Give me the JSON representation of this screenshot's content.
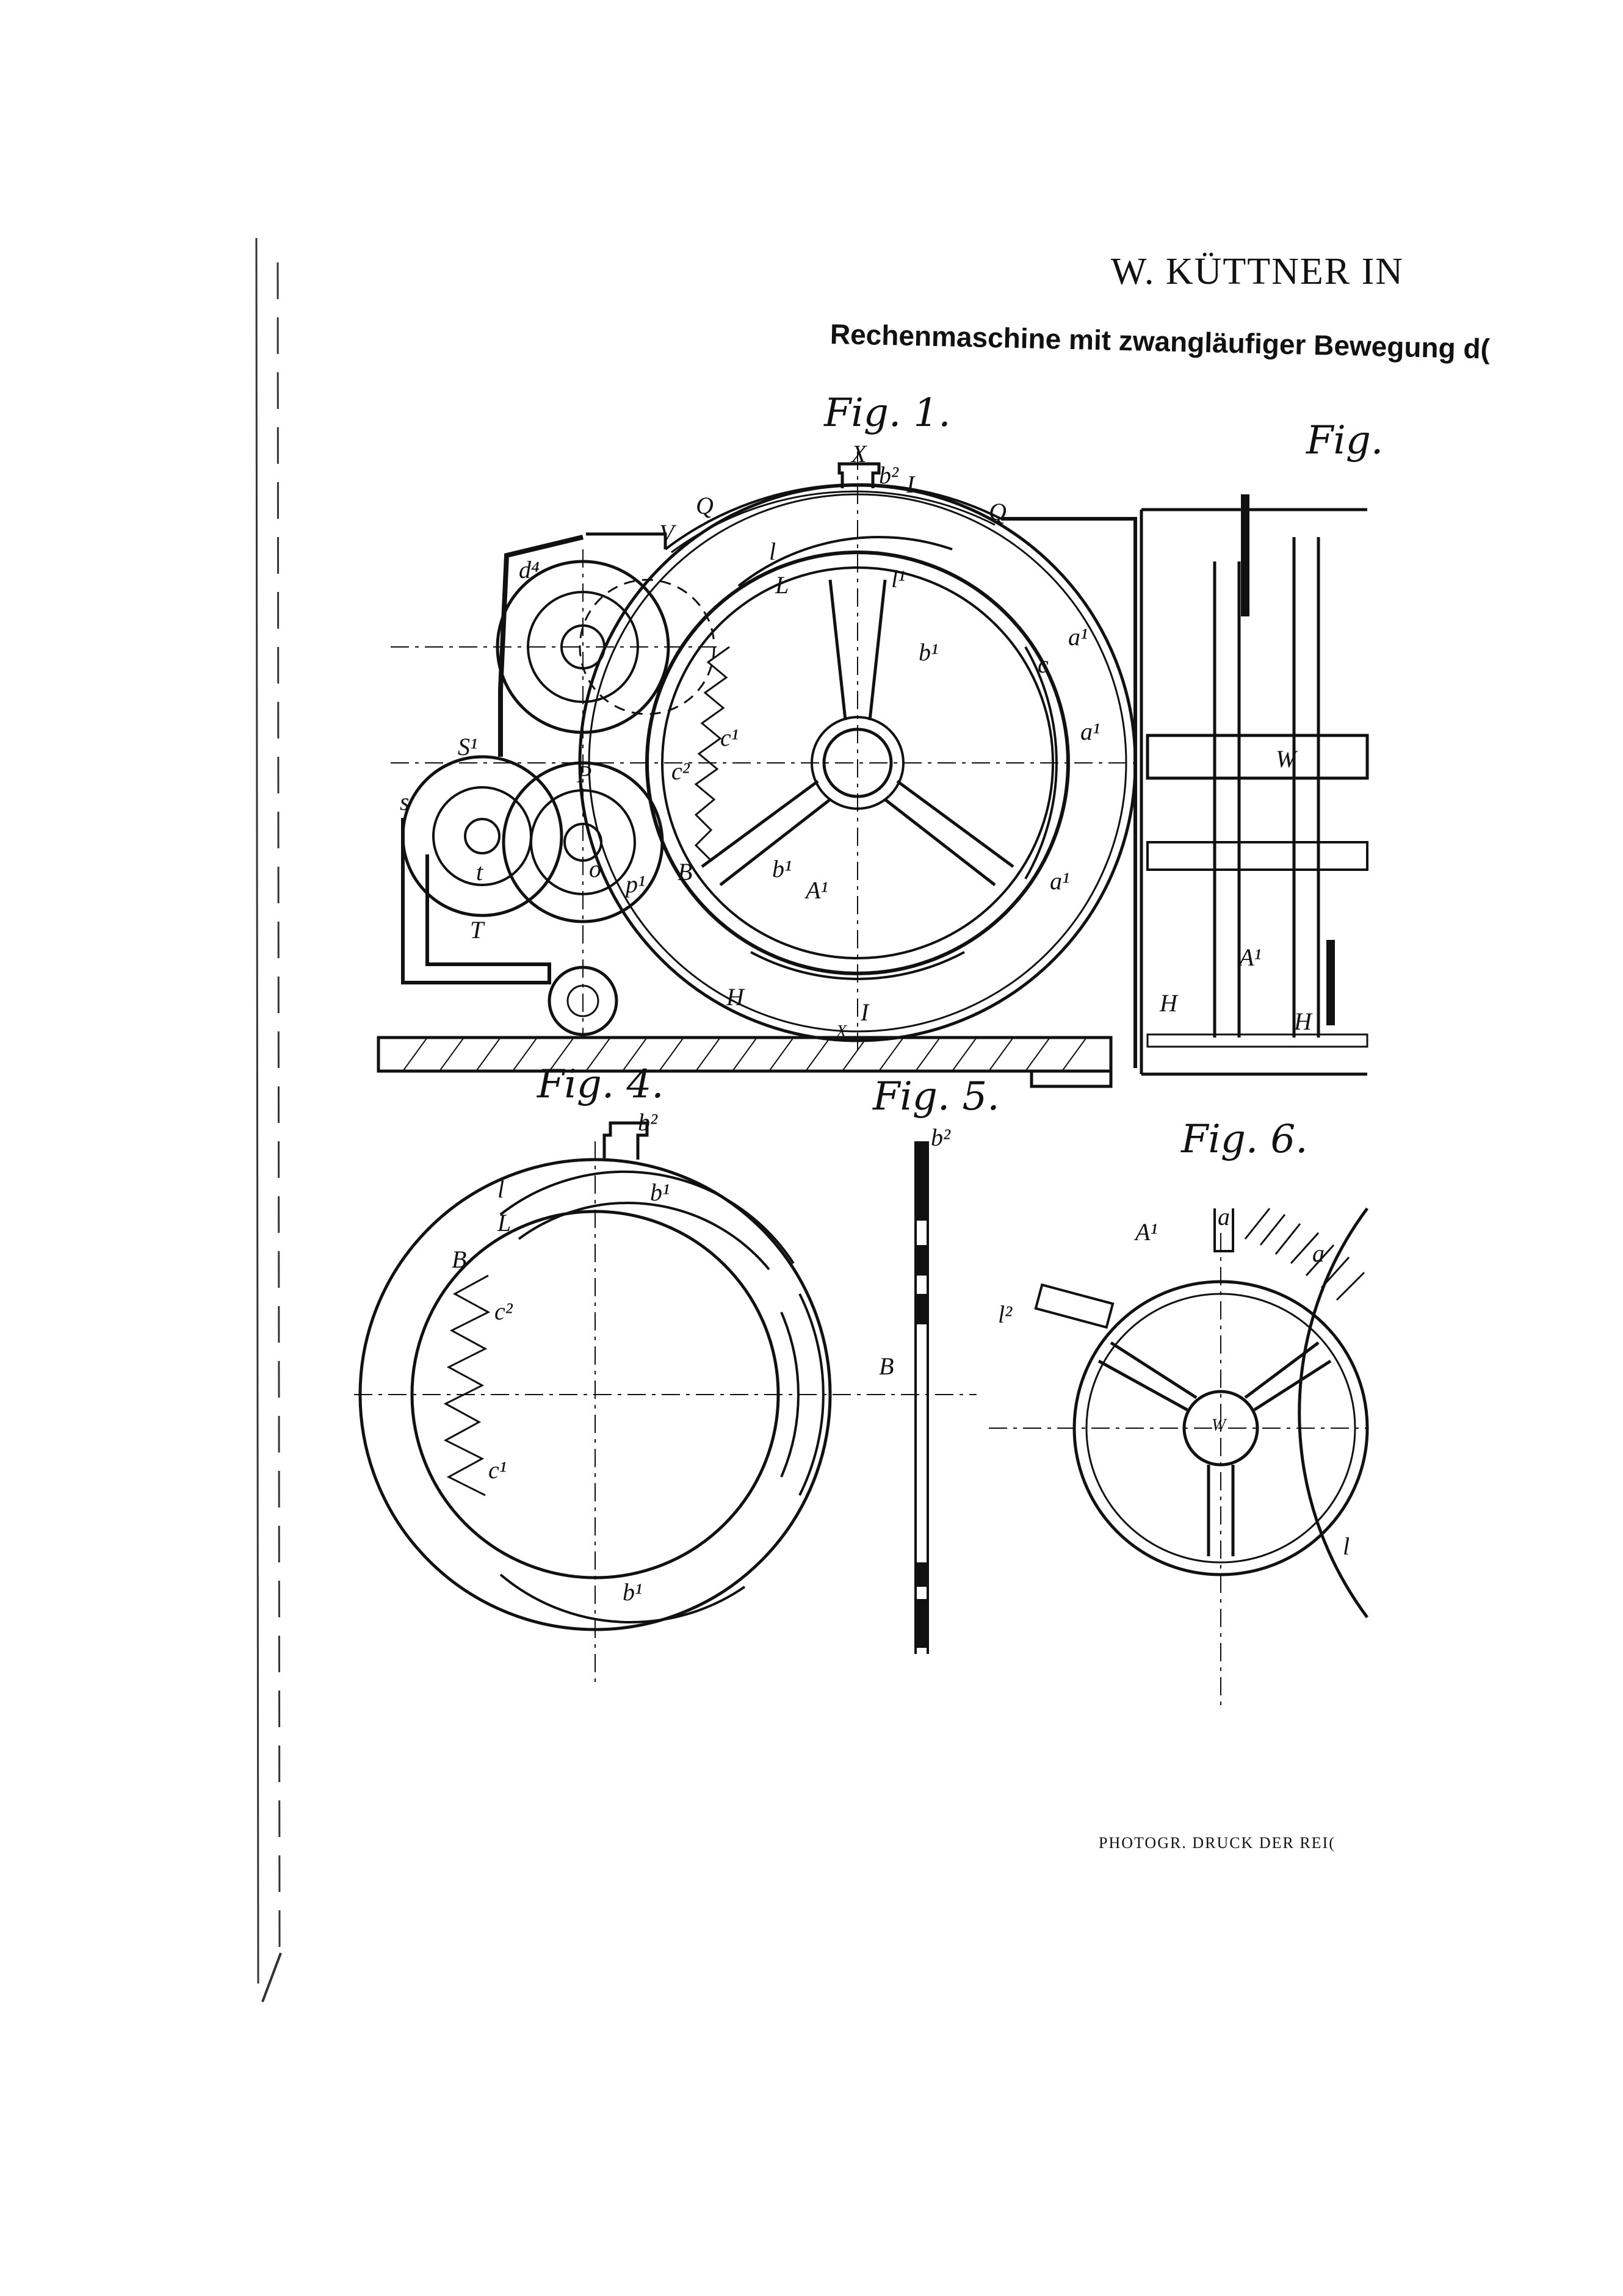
{
  "header": {
    "title": "W. KÜTTNER IN",
    "subtitle": "Rechenmaschine mit zwangläufiger Bewegung d("
  },
  "figures": {
    "fig1": "Fig. 1.",
    "fig2": "Fig.",
    "fig4": "Fig. 4.",
    "fig5": "Fig. 5.",
    "fig6": "Fig. 6."
  },
  "labels": {
    "X_top": "X",
    "b2_top": "b²",
    "I_top": "I",
    "Q_left": "Q",
    "Q_right": "Q",
    "V": "V",
    "d4": "d⁴",
    "l_upper": "l",
    "L_fig1": "L",
    "l1": "l¹",
    "a1_top": "a¹",
    "b1_right": "b¹",
    "c_fig1": "c",
    "a1_mid": "a¹",
    "c1": "c¹",
    "c2": "c²",
    "B_fig1": "B",
    "b1_low": "b¹",
    "A1": "A¹",
    "a1_low": "a¹",
    "S1": "S¹",
    "s": "s",
    "P": "P",
    "T": "T",
    "t": "t",
    "o": "o",
    "p": "p¹",
    "H": "H",
    "I_bot": "I",
    "X_bot": "X",
    "b2_fig4": "b²",
    "l_fig4": "l",
    "b1_fig4": "b¹",
    "L_fig4": "L",
    "B_fig4": "B",
    "c2_fig4": "c²",
    "c1_fig4": "c¹",
    "b1_fig4_low": "b¹",
    "b2_fig5": "b²",
    "B_fig5": "B",
    "A1_fig6": "A¹",
    "a_fig6": "a",
    "a_fig6_right": "a",
    "l2_fig6": "l²",
    "W_fig6": "W",
    "l_fig6": "l",
    "H_fig2": "H",
    "H_fig2_b": "H",
    "A1_fig2": "A¹",
    "W_fig2": "W"
  },
  "footer": {
    "credit": "PHOTOGR. DRUCK DER REI("
  }
}
